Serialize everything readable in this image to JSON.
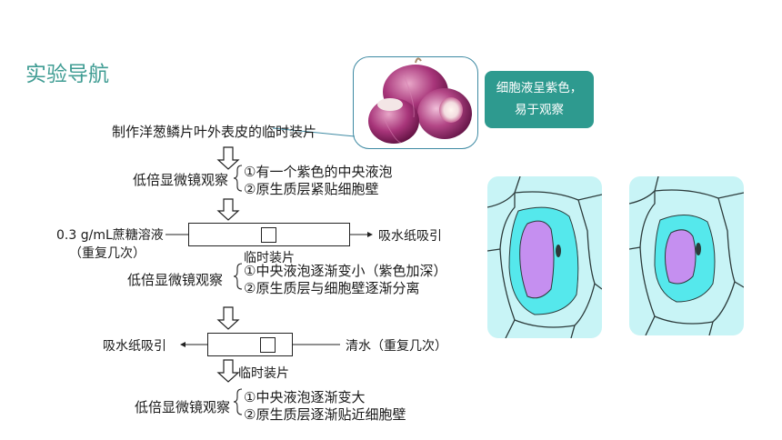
{
  "title": "实验导航",
  "callout": {
    "line1": "细胞液呈紫色，",
    "line2": "易于观察"
  },
  "step1": {
    "label": "制作洋葱鳞片叶外表皮的临时装片"
  },
  "obs1": {
    "label": "低倍显微镜观察",
    "items": [
      "①有一个紫色的中央液泡",
      "②原生质层紧贴细胞壁"
    ]
  },
  "slide1": {
    "left_label_line1": "0.3 g/mL蔗糖溶液",
    "left_label_line2": "（重复几次）",
    "right_label": "吸水纸吸引",
    "bottom_label": "临时装片"
  },
  "obs2": {
    "label": "低倍显微镜观察",
    "items": [
      "①中央液泡逐渐变小（紫色加深）",
      "②原生质层与细胞壁逐渐分离"
    ]
  },
  "slide2": {
    "left_label": "吸水纸吸引",
    "right_label": "清水（重复几次）",
    "bottom_label": "临时装片"
  },
  "obs3": {
    "label": "低倍显微镜观察",
    "items": [
      "①中央液泡逐渐变大",
      "②原生质层逐渐贴近细胞壁"
    ]
  },
  "colors": {
    "accent": "#3f9c93",
    "callout_bg": "#2e9a8f",
    "cell_bg": "#c8f4f6",
    "protoplast": "#55e8ec",
    "vacuole": "#c58ff0"
  }
}
